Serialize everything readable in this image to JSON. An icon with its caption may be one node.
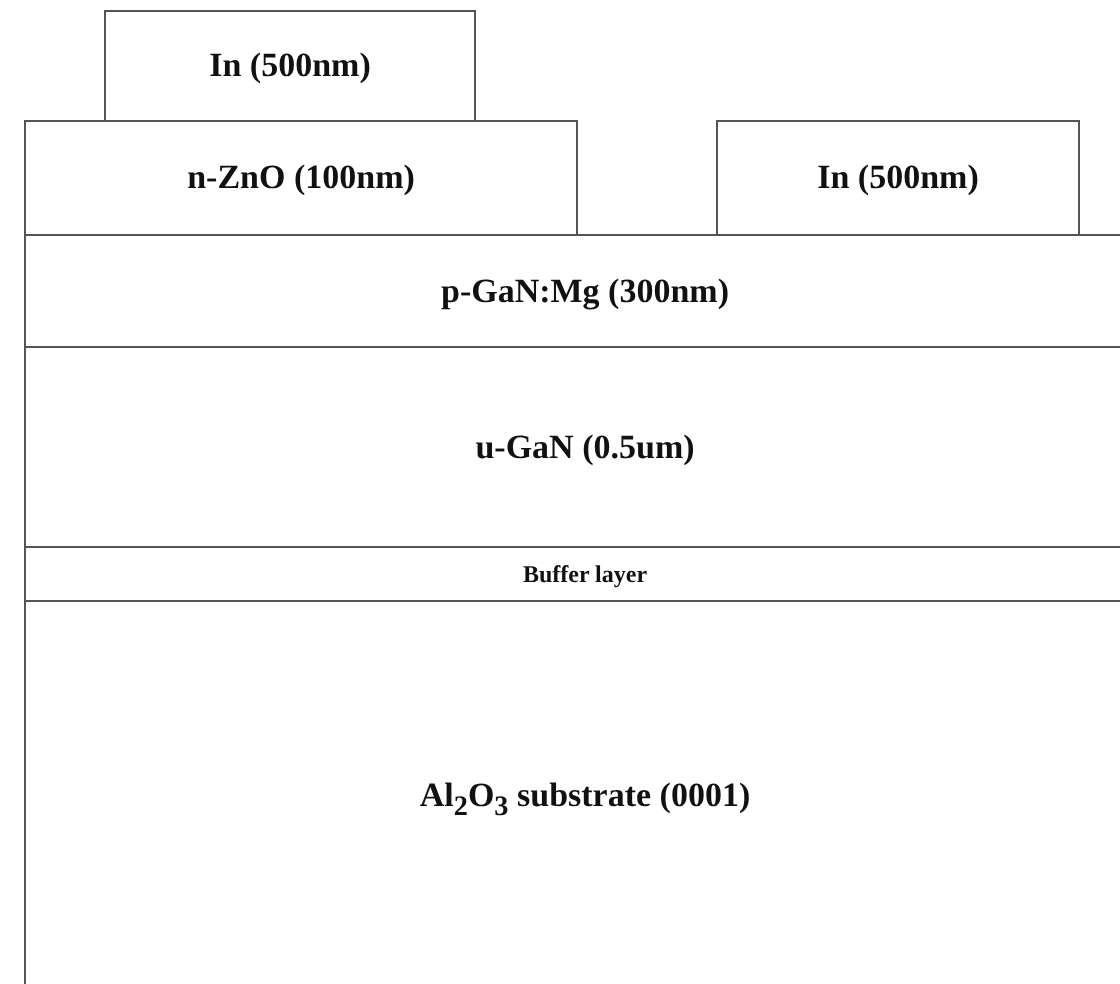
{
  "diagram": {
    "nodes": [
      {
        "text": [
          "In (500nm)"
        ]
      },
      {
        "text": [
          "n-ZnO (100nm)"
        ]
      },
      {
        "text": [
          "In (500nm)"
        ]
      },
      {
        "text": [
          "p-GaN:Mg (300nm)"
        ]
      },
      {
        "text": [
          "u-GaN (0.5um)"
        ]
      },
      {
        "text": [
          "Buffer layer"
        ]
      },
      {
        "text": [
          "Al$_{2}$O$_{3}$ substrate (0001)"
        ]
      }
    ],
    "edges": []
  }
}
